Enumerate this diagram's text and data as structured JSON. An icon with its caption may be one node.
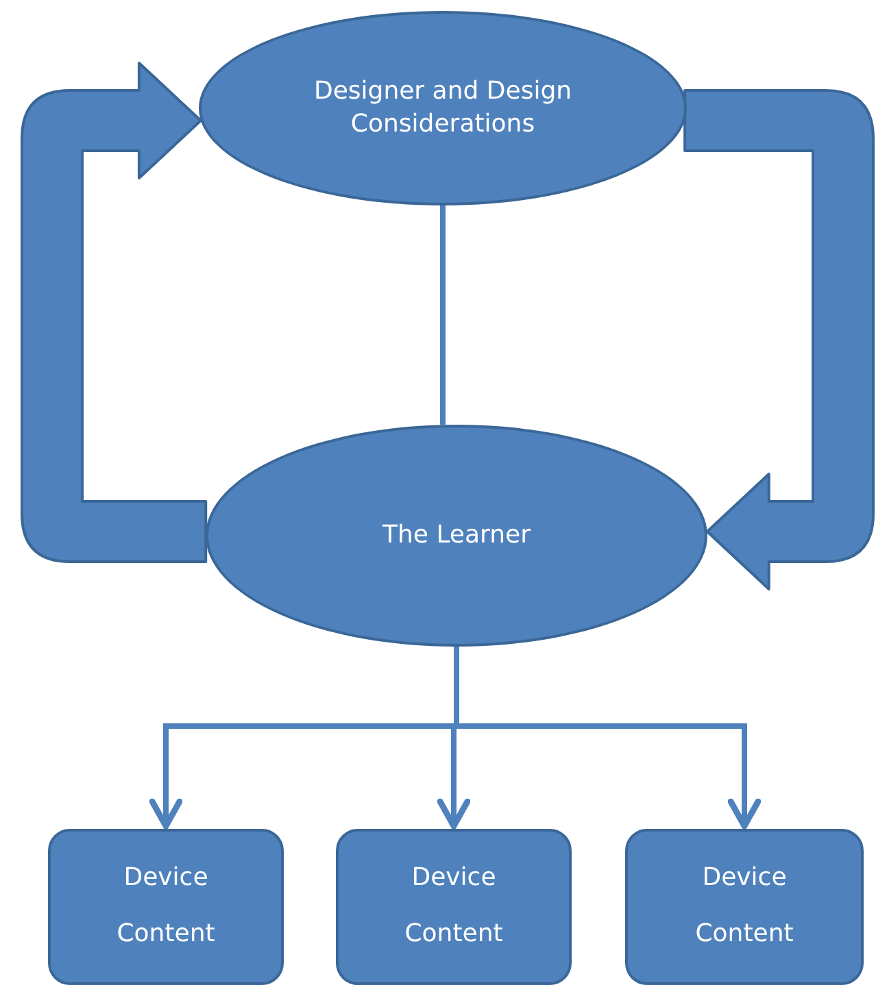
{
  "diagram": {
    "nodes": [
      {
        "text": [
          "Designer and Design Considerations"
        ]
      },
      {
        "text": [
          "The Learner"
        ]
      },
      {
        "text": [
          "Device",
          "Content"
        ]
      },
      {
        "text": [
          "Device",
          "Content"
        ]
      },
      {
        "text": [
          "Device",
          "Content"
        ]
      }
    ],
    "edges": [
      {
        "from": 1,
        "to": 0,
        "arrow": "to",
        "style": "thick"
      },
      {
        "from": 0,
        "to": 1,
        "arrow": "to",
        "style": "thick"
      },
      {
        "from": 0,
        "to": 1,
        "arrow": "none"
      },
      {
        "from": 1,
        "to": 2,
        "arrow": "to"
      },
      {
        "from": 1,
        "to": 3,
        "arrow": "to"
      },
      {
        "from": 1,
        "to": 4,
        "arrow": "to"
      }
    ]
  }
}
